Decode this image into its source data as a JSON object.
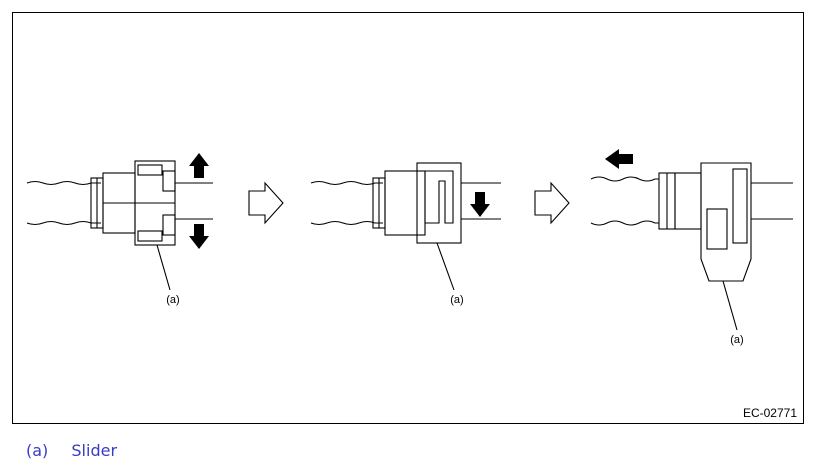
{
  "figure": {
    "code": "EC-02771",
    "panels": [
      {
        "callout": "(a)"
      },
      {
        "callout": "(a)"
      },
      {
        "callout": "(a)"
      }
    ]
  },
  "legend": {
    "key": "(a)",
    "label": "Slider"
  },
  "colors": {
    "legend_text": "#3a3ac8",
    "line": "#000000",
    "arrow_fill": "#000000"
  }
}
